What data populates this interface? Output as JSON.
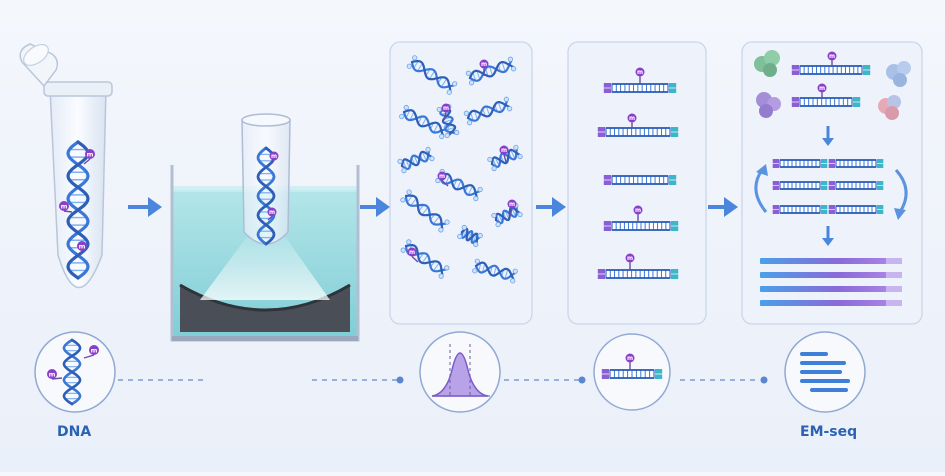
{
  "labels": {
    "input": "DNA",
    "output": "EM-seq"
  },
  "colors": {
    "dna_strand": "#3a78d8",
    "dna_rung": "#7fb0f0",
    "methyl_mark": "#8a3fc9",
    "adapter_left": "#8a5fd6",
    "adapter_right": "#3bb7c9",
    "flow_arrow": "#4a86dd",
    "water": "#7fd3d9",
    "panel_border": "#c9d6ea",
    "label_text": "#2c62b4"
  },
  "icons": {
    "methyl": "m"
  }
}
